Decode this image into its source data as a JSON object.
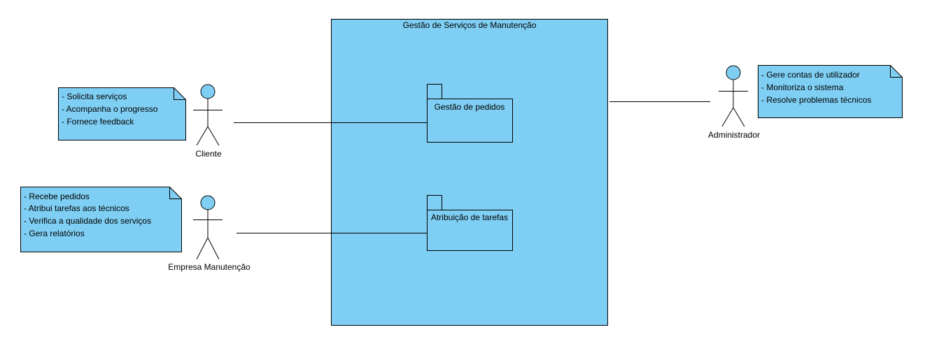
{
  "system": {
    "title": "Gestão de Serviços de Manutenção"
  },
  "packages": [
    {
      "label": "Gestão de pedidos"
    },
    {
      "label": "Atribuição de tarefas"
    }
  ],
  "actors": {
    "cliente": {
      "name": "Cliente"
    },
    "empresa": {
      "name": "Empresa Manutenção"
    },
    "administrador": {
      "name": "Administrador"
    }
  },
  "notes": {
    "cliente": {
      "lines": [
        "- Solicita serviços",
        "- Acompanha o progresso",
        "- Fornece feedback"
      ]
    },
    "empresa": {
      "lines": [
        "- Recebe pedidos",
        "- Atribui tarefas aos técnicos",
        "- Verifica a qualidade dos serviços",
        "- Gera relatórios"
      ]
    },
    "administrador": {
      "lines": [
        "- Gere contas de utilizador",
        "- Monitoriza o sistema",
        "- Resolve problemas técnicos"
      ]
    }
  },
  "colors": {
    "fill": "#7fcff4",
    "stroke": "#000000"
  }
}
